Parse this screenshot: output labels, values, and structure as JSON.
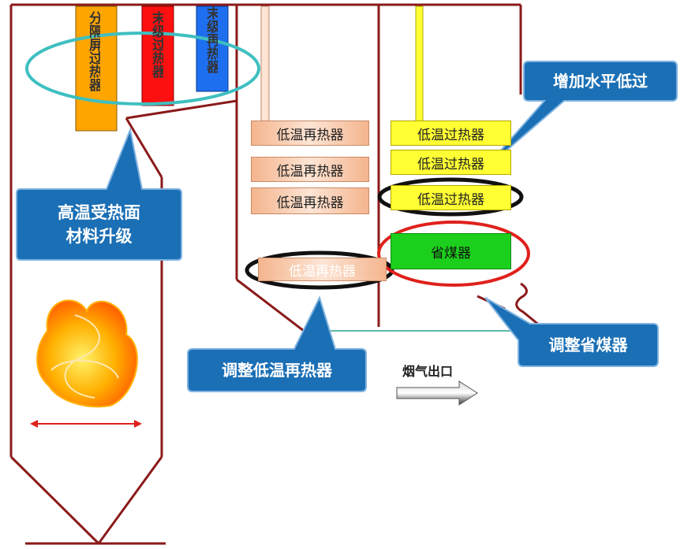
{
  "panels": {
    "panel_1": "分隔屏过热器",
    "panel_2": "末级过热器",
    "panel_3": "末级再热器"
  },
  "middle_pass": {
    "reheater_1": "低温再热器",
    "reheater_2": "低温再热器",
    "reheater_3": "低温再热器",
    "reheater_4": "低温再热器"
  },
  "right_pass": {
    "superheater_1": "低温过热器",
    "superheater_2": "低温过热器",
    "superheater_3": "低温过热器",
    "economizer": "省煤器"
  },
  "callouts": {
    "high_temp": "高温受热面\n材料升级",
    "add_superheater": "增加水平低过",
    "adjust_reheater": "调整低温再热器",
    "adjust_economizer": "调整省煤器"
  },
  "flue_gas_exit": "烟气出口",
  "colors": {
    "furnace_outline": "#8b1a1a",
    "callout_blue": "#1a6fb5",
    "highlight_black": "#111111",
    "highlight_red": "#e0201b",
    "highlight_cyan": "#3fbfc0"
  }
}
